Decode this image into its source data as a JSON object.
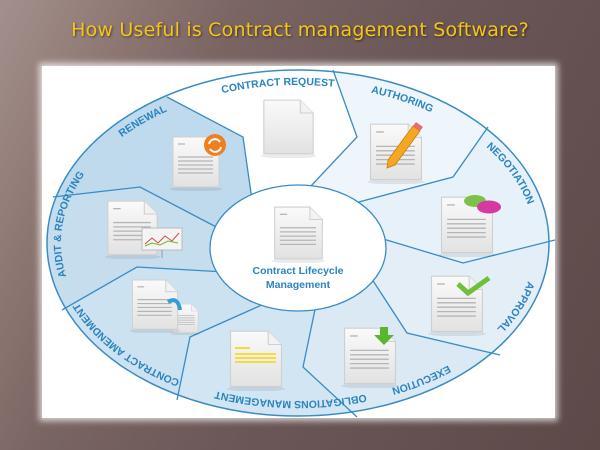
{
  "slide": {
    "title": "How Useful is Contract management Software?"
  },
  "diagram": {
    "center": {
      "line1": "Contract Lifecycle",
      "line2": "Management",
      "icon": "document-icon"
    },
    "stages": [
      {
        "label": "CONTRACT REQUEST",
        "icon": "blank-document-icon"
      },
      {
        "label": "AUTHORING",
        "icon": "document-pencil-icon"
      },
      {
        "label": "NEGOTIATION",
        "icon": "document-speech-bubbles-icon"
      },
      {
        "label": "APPROVAL",
        "icon": "document-checkmark-icon"
      },
      {
        "label": "EXECUTION",
        "icon": "document-download-arrow-icon"
      },
      {
        "label": "OBLIGATIONS MANAGEMENT",
        "icon": "document-highlighted-icon"
      },
      {
        "label": "CONTRACT AMENDMENT",
        "icon": "document-copy-arrow-icon"
      },
      {
        "label": "AUDIT & REPORTING",
        "icon": "document-chart-icon"
      },
      {
        "label": "RENEWAL",
        "icon": "document-refresh-icon"
      }
    ],
    "colors": {
      "accent": "#2a84c0",
      "title": "#f6c41c"
    }
  }
}
